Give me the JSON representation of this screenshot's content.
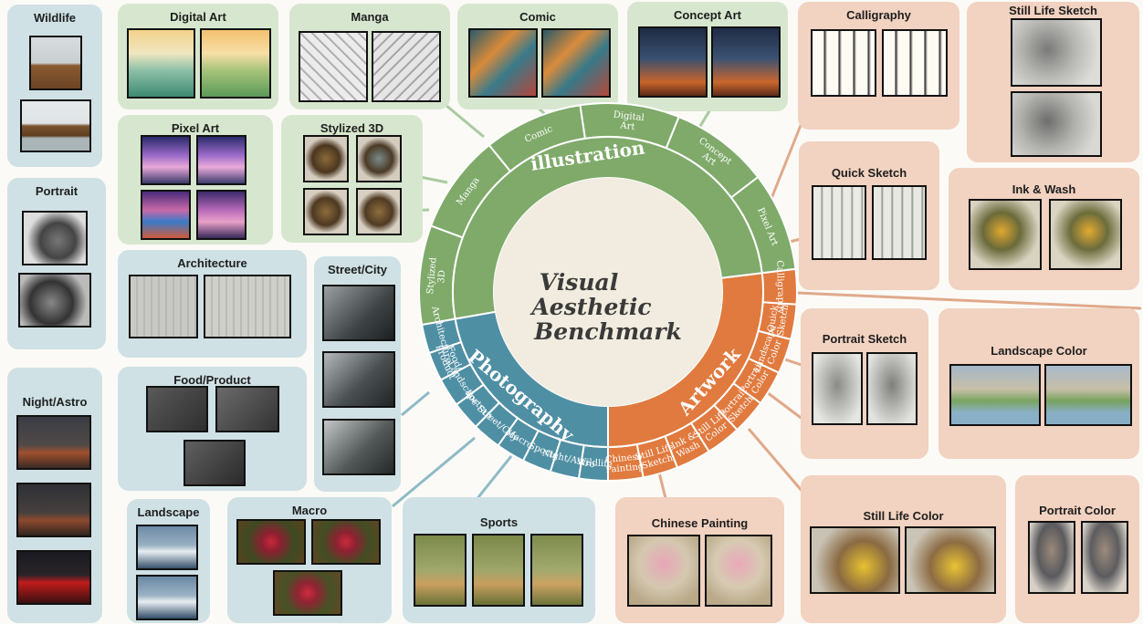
{
  "center_title": [
    "Visual",
    "Aesthetic",
    "Benchmark"
  ],
  "colors": {
    "photography": "#4f8fa4",
    "illustration": "#7faa6a",
    "artwork": "#e07a3e",
    "center": "#f1ecdf",
    "panel_blue": "#cfe1e4",
    "panel_green": "#d7e7cf",
    "panel_orange": "#f2d2c0"
  },
  "groups": [
    {
      "name": "illustration",
      "color": "#7faa6a",
      "categories": [
        "Stylized 3D",
        "Manga",
        "Comic",
        "Digital Art",
        "Concept Art",
        "Pixel Art"
      ]
    },
    {
      "name": "Artwork",
      "color": "#e07a3e",
      "categories": [
        "Calligraphy",
        "Quick Sketch",
        "Landscape Color",
        "Portrait Color",
        "Portrait Sketch",
        "Still Life Color",
        "Ink & Wash",
        "Still Life Sketch",
        "Chinese Painting"
      ]
    },
    {
      "name": "Photography",
      "color": "#4f8fa4",
      "categories": [
        "Wildlife",
        "Night/Astro",
        "Sports",
        "Macro",
        "Street/City",
        "Portrait",
        "Landscape",
        "Food/ Product",
        "Architecture"
      ]
    }
  ],
  "panels": {
    "wildlife": "Wildlife",
    "portrait": "Portrait",
    "night_astro": "Night/Astro",
    "digital_art": "Digital Art",
    "manga": "Manga",
    "comic": "Comic",
    "concept_art": "Concept Art",
    "pixel_art": "Pixel Art",
    "stylized_3d": "Stylized 3D",
    "architecture": "Architecture",
    "street_city": "Street/City",
    "food_product": "Food/Product",
    "landscape": "Landscape",
    "macro": "Macro",
    "sports": "Sports",
    "calligraphy": "Calligraphy",
    "still_life_sketch": "Still Life Sketch",
    "quick_sketch": "Quick Sketch",
    "ink_wash": "Ink & Wash",
    "portrait_sketch": "Portrait Sketch",
    "landscape_color": "Landscape Color",
    "chinese_painting": "Chinese Painting",
    "still_life_color": "Still Life Color",
    "portrait_color": "Portrait Color"
  }
}
